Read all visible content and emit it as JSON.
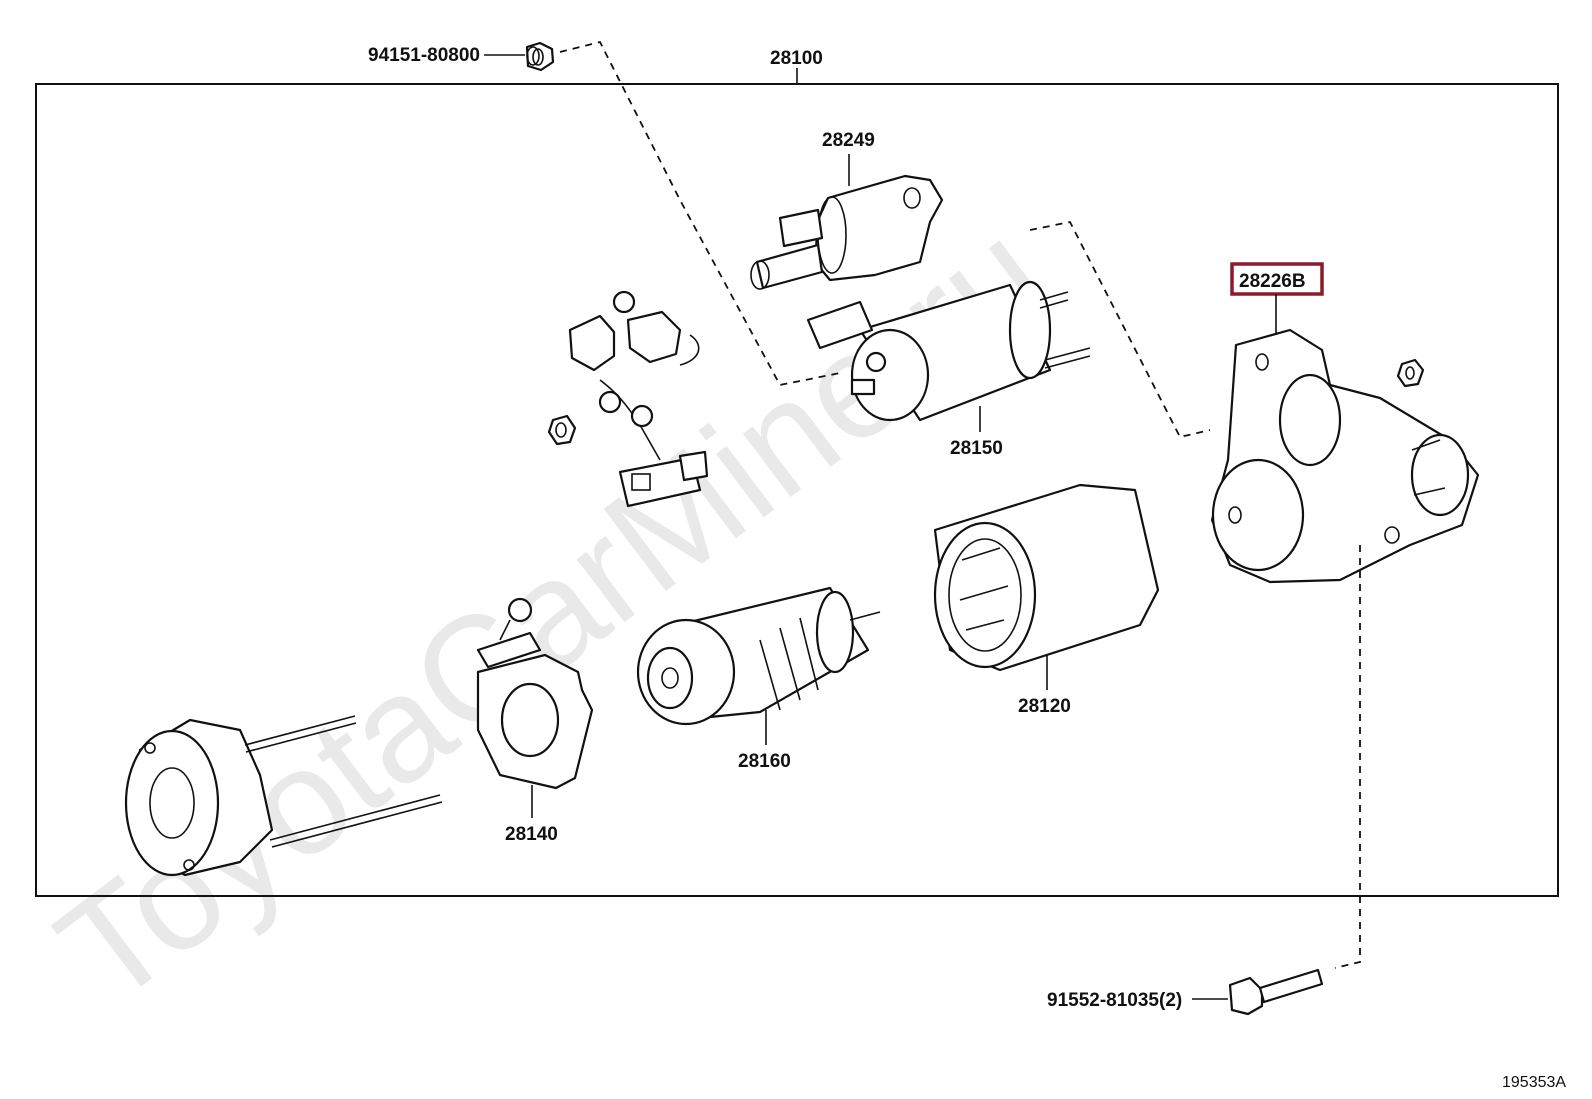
{
  "watermark": "ToyotaCarMine.ru",
  "diagram_code": "195353A",
  "highlight_color": "#8b1a2b",
  "assembly_label": "28100",
  "parts": {
    "nut_top": "94151-80800",
    "solenoid_cover": "28249",
    "solenoid_switch": "28150",
    "housing_highlighted": "28226B",
    "yoke": "28120",
    "armature": "28160",
    "brush_holder": "28140",
    "bolt_bottom": "91552-81035(2)"
  }
}
